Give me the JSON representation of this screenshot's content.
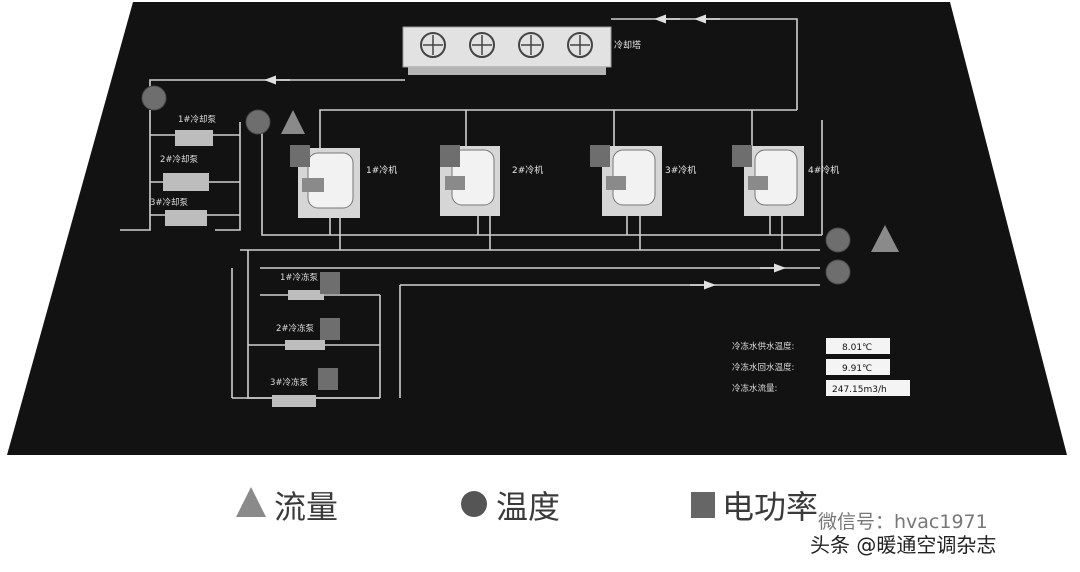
{
  "diagram": {
    "cooling_tower": {
      "label": "冷却塔"
    },
    "cooling_pumps": [
      "1#冷却泵",
      "2#冷却泵",
      "3#冷却泵"
    ],
    "chillers": [
      "1#冷机",
      "2#冷机",
      "3#冷机",
      "4#冷机"
    ],
    "chilled_pumps": [
      "1#冷冻泵",
      "2#冷冻泵",
      "3#冷冻泵"
    ],
    "readouts": [
      {
        "label": "冷冻水供水温度:",
        "value": "8.01℃"
      },
      {
        "label": "冷冻水回水温度:",
        "value": "9.91℃"
      },
      {
        "label": "冷冻水流量:",
        "value": "247.15m3/h"
      }
    ]
  },
  "legend": {
    "flow": "流量",
    "temperature": "温度",
    "power": "电功率"
  },
  "watermark": {
    "wechat": "微信号：hvac1971",
    "source": "头条 @暖通空调杂志"
  },
  "colors": {
    "panel": "#111111",
    "pipe": "#cfcfcf",
    "sensor": "#6e6e6e",
    "equipment": "#d8d8d8"
  }
}
